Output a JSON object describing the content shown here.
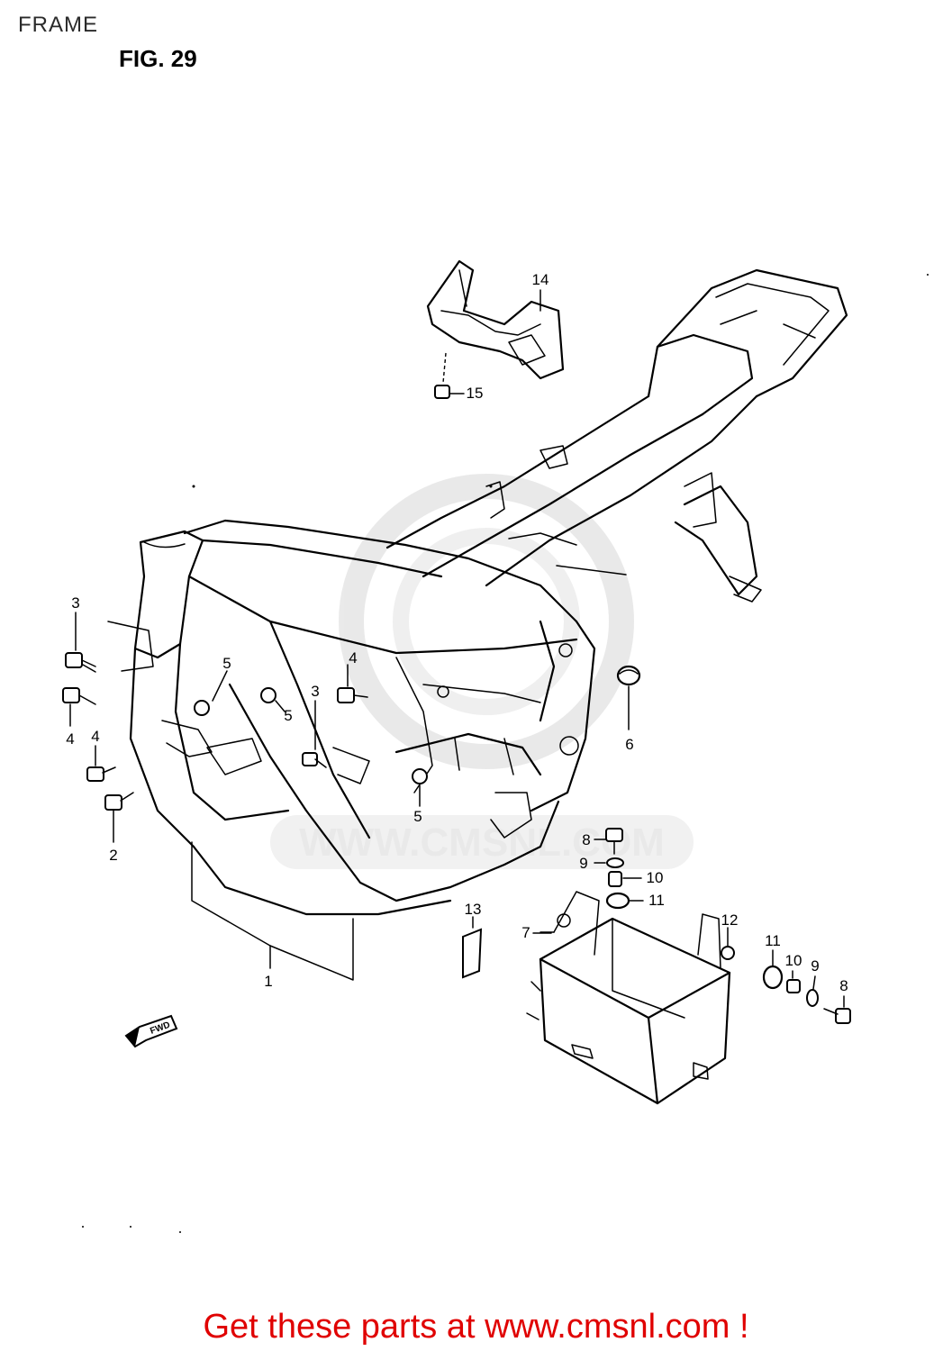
{
  "header": {
    "section_title": "FRAME",
    "figure_label": "FIG. 29"
  },
  "watermark": {
    "text": "WWW.CMSNL.COM",
    "color": "#d8d8d8"
  },
  "fwd_badge": "FWD",
  "callouts": [
    {
      "id": "c1",
      "label": "1"
    },
    {
      "id": "c2",
      "label": "2"
    },
    {
      "id": "c3a",
      "label": "3"
    },
    {
      "id": "c3b",
      "label": "3"
    },
    {
      "id": "c4a",
      "label": "4"
    },
    {
      "id": "c4b",
      "label": "4"
    },
    {
      "id": "c4c",
      "label": "4"
    },
    {
      "id": "c5a",
      "label": "5"
    },
    {
      "id": "c5b",
      "label": "5"
    },
    {
      "id": "c5c",
      "label": "5"
    },
    {
      "id": "c6",
      "label": "6"
    },
    {
      "id": "c7",
      "label": "7"
    },
    {
      "id": "c8a",
      "label": "8"
    },
    {
      "id": "c8b",
      "label": "8"
    },
    {
      "id": "c9a",
      "label": "9"
    },
    {
      "id": "c9b",
      "label": "9"
    },
    {
      "id": "c10a",
      "label": "10"
    },
    {
      "id": "c10b",
      "label": "10"
    },
    {
      "id": "c11a",
      "label": "11"
    },
    {
      "id": "c11b",
      "label": "11"
    },
    {
      "id": "c12",
      "label": "12"
    },
    {
      "id": "c13",
      "label": "13"
    },
    {
      "id": "c14",
      "label": "14"
    },
    {
      "id": "c15",
      "label": "15"
    }
  ],
  "footer": {
    "link_text": "Get these parts at www.cmsnl.com !",
    "link_color": "#e00000"
  }
}
